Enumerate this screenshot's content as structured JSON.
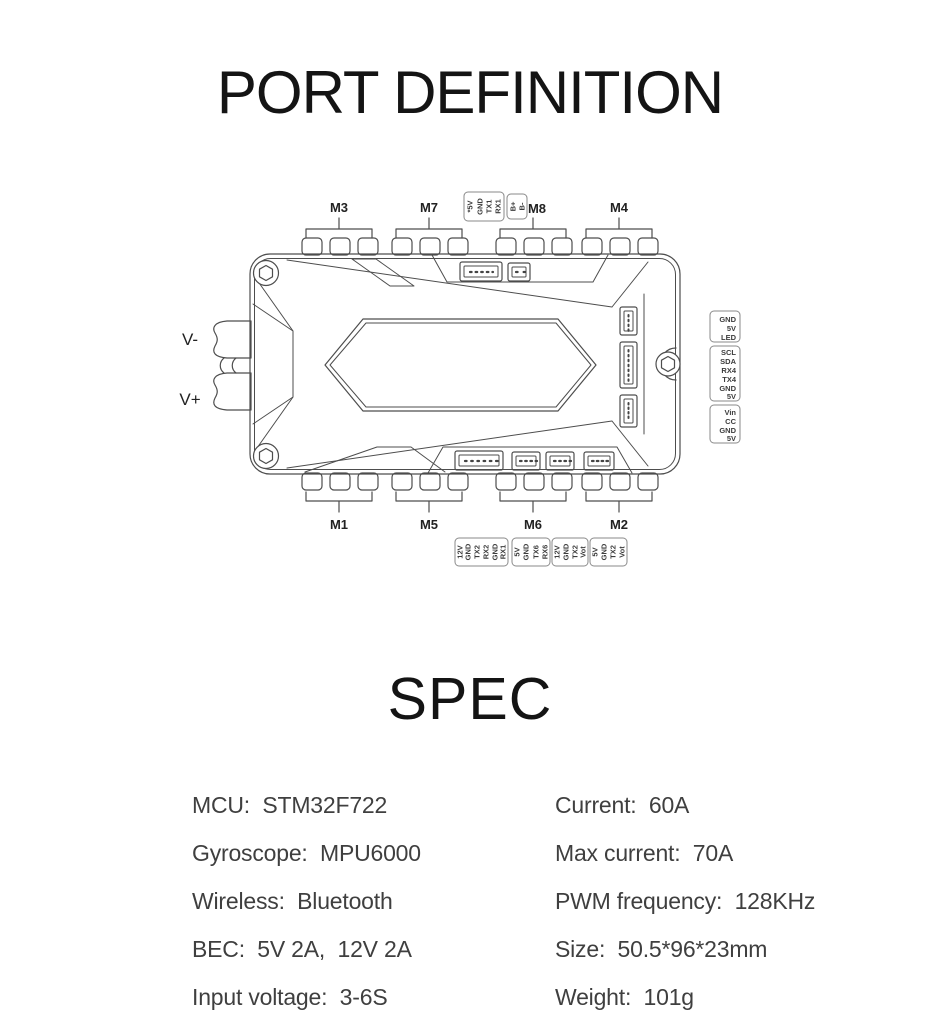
{
  "header": {
    "title": "PORT DEFINITION"
  },
  "diagram": {
    "battery": {
      "negative": "V-",
      "positive": "V+"
    },
    "motors_top": [
      "M3",
      "M7",
      "M8",
      "M4"
    ],
    "motors_bottom": [
      "M1",
      "M5",
      "M6",
      "M2"
    ],
    "top_blocks": [
      [
        "*5V",
        "GND",
        "TX1",
        "RX1"
      ],
      [
        "B+",
        "B-"
      ]
    ],
    "right_blocks": [
      [
        "GND",
        "5V",
        "LED"
      ],
      [
        "SCL",
        "SDA",
        "RX4",
        "TX4",
        "GND",
        "5V"
      ],
      [
        "Vin",
        "CC",
        "GND",
        "5V"
      ]
    ],
    "bottom_blocks": [
      [
        "12V",
        "GND",
        "TX2",
        "RX2",
        "GND",
        "RX1"
      ],
      [
        "5V",
        "GND",
        "TX6",
        "RX6"
      ],
      [
        "12V",
        "GND",
        "TX2",
        "Vot"
      ],
      [
        "5V",
        "GND",
        "TX2",
        "Vot"
      ]
    ]
  },
  "spec": {
    "title": "SPEC",
    "columns": [
      [
        "MCU:  STM32F722",
        "Gyroscope:  MPU6000",
        "Wireless:  Bluetooth",
        "BEC:  5V 2A,  12V 2A",
        "Input voltage:  3-6S"
      ],
      [
        "Current:  60A",
        "Max current:  70A",
        "PWM frequency:  128KHz",
        "Size:  50.5*96*23mm",
        "Weight:  101g"
      ]
    ]
  }
}
